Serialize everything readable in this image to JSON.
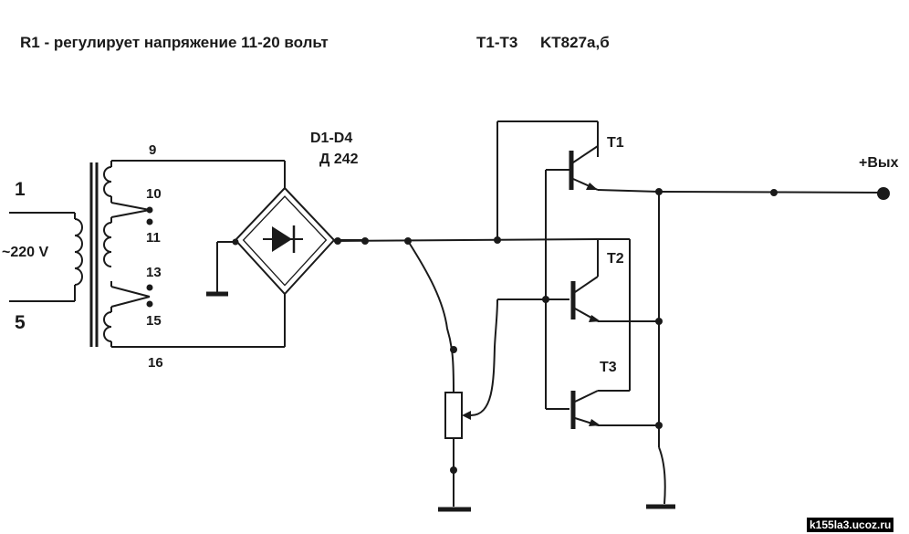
{
  "header": {
    "note": "R1 - регулирует напряжение 11-20 вольт",
    "transistors": "T1-T3",
    "transistor_type": "KT827а,б"
  },
  "transformer": {
    "primary_top": "1",
    "primary_bottom": "5",
    "mains": "~220 V",
    "taps": [
      "9",
      "10",
      "11",
      "13",
      "15",
      "16"
    ]
  },
  "bridge": {
    "ref": "D1-D4",
    "part": "Д 242"
  },
  "labels": {
    "t1": "T1",
    "t2": "T2",
    "t3": "T3",
    "output": "+Вых"
  },
  "watermark": "k155la3.ucoz.ru",
  "colors": {
    "ink": "#1a1a1a",
    "background": "#ffffff"
  }
}
